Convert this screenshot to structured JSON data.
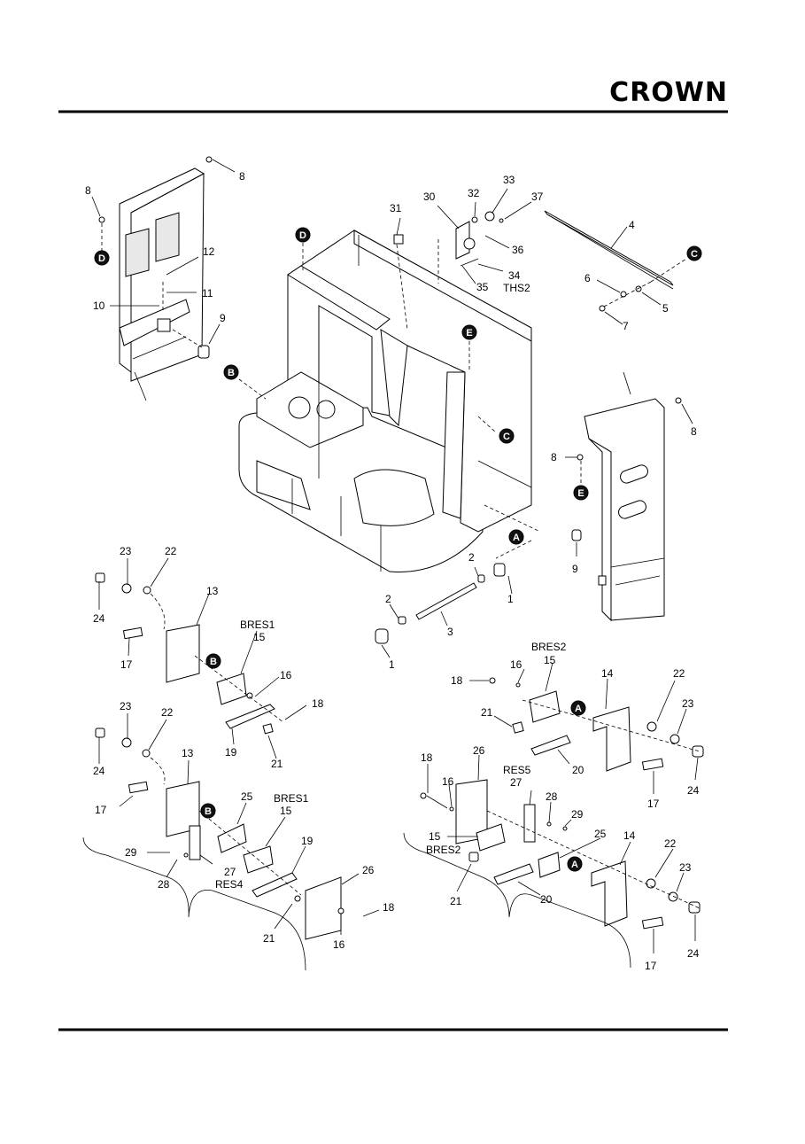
{
  "brand": {
    "logo_text": "CROWN"
  },
  "callouts": [
    {
      "id": "c8a",
      "text": "8"
    },
    {
      "id": "c8b",
      "text": "8"
    },
    {
      "id": "c12",
      "text": "12"
    },
    {
      "id": "c11",
      "text": "11"
    },
    {
      "id": "c10",
      "text": "10"
    },
    {
      "id": "c9a",
      "text": "9"
    },
    {
      "id": "c31",
      "text": "31"
    },
    {
      "id": "c30",
      "text": "30"
    },
    {
      "id": "c32",
      "text": "32"
    },
    {
      "id": "c33",
      "text": "33"
    },
    {
      "id": "c37",
      "text": "37"
    },
    {
      "id": "c36",
      "text": "36"
    },
    {
      "id": "c34",
      "text": "34"
    },
    {
      "id": "cths2",
      "text": "THS2"
    },
    {
      "id": "c35",
      "text": "35"
    },
    {
      "id": "c4",
      "text": "4"
    },
    {
      "id": "c6",
      "text": "6"
    },
    {
      "id": "c5",
      "text": "5"
    },
    {
      "id": "c7",
      "text": "7"
    },
    {
      "id": "c8c",
      "text": "8"
    },
    {
      "id": "c8d",
      "text": "8"
    },
    {
      "id": "c9b",
      "text": "9"
    },
    {
      "id": "c2a",
      "text": "2"
    },
    {
      "id": "c1a",
      "text": "1"
    },
    {
      "id": "c2b",
      "text": "2"
    },
    {
      "id": "c3",
      "text": "3"
    },
    {
      "id": "c1b",
      "text": "1"
    },
    {
      "id": "c23a",
      "text": "23"
    },
    {
      "id": "c22a",
      "text": "22"
    },
    {
      "id": "c24a",
      "text": "24"
    },
    {
      "id": "c13a",
      "text": "13"
    },
    {
      "id": "cbres1a",
      "text": "BRES1"
    },
    {
      "id": "c15a",
      "text": "15"
    },
    {
      "id": "c17a",
      "text": "17"
    },
    {
      "id": "c16a",
      "text": "16"
    },
    {
      "id": "c18a",
      "text": "18"
    },
    {
      "id": "c19a",
      "text": "19"
    },
    {
      "id": "c21a",
      "text": "21"
    },
    {
      "id": "c23b",
      "text": "23"
    },
    {
      "id": "c22b",
      "text": "22"
    },
    {
      "id": "c24b",
      "text": "24"
    },
    {
      "id": "c13b",
      "text": "13"
    },
    {
      "id": "c17b",
      "text": "17"
    },
    {
      "id": "c25a",
      "text": "25"
    },
    {
      "id": "cbres1b",
      "text": "BRES1"
    },
    {
      "id": "c15b",
      "text": "15"
    },
    {
      "id": "c19b",
      "text": "19"
    },
    {
      "id": "c29a",
      "text": "29"
    },
    {
      "id": "c28a",
      "text": "28"
    },
    {
      "id": "c27a",
      "text": "27"
    },
    {
      "id": "cres4",
      "text": "RES4"
    },
    {
      "id": "c26a",
      "text": "26"
    },
    {
      "id": "c18b",
      "text": "18"
    },
    {
      "id": "c21b",
      "text": "21"
    },
    {
      "id": "c16b",
      "text": "16"
    },
    {
      "id": "cbres2a",
      "text": "BRES2"
    },
    {
      "id": "c15c",
      "text": "15"
    },
    {
      "id": "c16c",
      "text": "16"
    },
    {
      "id": "c18c",
      "text": "18"
    },
    {
      "id": "c14a",
      "text": "14"
    },
    {
      "id": "c22c",
      "text": "22"
    },
    {
      "id": "c23c",
      "text": "23"
    },
    {
      "id": "c21c",
      "text": "21"
    },
    {
      "id": "c20a",
      "text": "20"
    },
    {
      "id": "c24c",
      "text": "24"
    },
    {
      "id": "c17c",
      "text": "17"
    },
    {
      "id": "c18d",
      "text": "18"
    },
    {
      "id": "c26b",
      "text": "26"
    },
    {
      "id": "c16d",
      "text": "16"
    },
    {
      "id": "cres5",
      "text": "RES5"
    },
    {
      "id": "c27b",
      "text": "27"
    },
    {
      "id": "c28b",
      "text": "28"
    },
    {
      "id": "c29b",
      "text": "29"
    },
    {
      "id": "c25b",
      "text": "25"
    },
    {
      "id": "c14b",
      "text": "14"
    },
    {
      "id": "c15d",
      "text": "15"
    },
    {
      "id": "cbres2b",
      "text": "BRES2"
    },
    {
      "id": "c22d",
      "text": "22"
    },
    {
      "id": "c23d",
      "text": "23"
    },
    {
      "id": "c21d",
      "text": "21"
    },
    {
      "id": "c20b",
      "text": "20"
    },
    {
      "id": "c24d",
      "text": "24"
    },
    {
      "id": "c17d",
      "text": "17"
    }
  ],
  "markers": [
    {
      "id": "mD1",
      "text": "D"
    },
    {
      "id": "mD2",
      "text": "D"
    },
    {
      "id": "mB1",
      "text": "B"
    },
    {
      "id": "mE1",
      "text": "E"
    },
    {
      "id": "mC1",
      "text": "C"
    },
    {
      "id": "mC2",
      "text": "C"
    },
    {
      "id": "mE2",
      "text": "E"
    },
    {
      "id": "mA1",
      "text": "A"
    },
    {
      "id": "mB2",
      "text": "B"
    },
    {
      "id": "mA2",
      "text": "A"
    },
    {
      "id": "mB3",
      "text": "B"
    },
    {
      "id": "mA3",
      "text": "A"
    }
  ]
}
